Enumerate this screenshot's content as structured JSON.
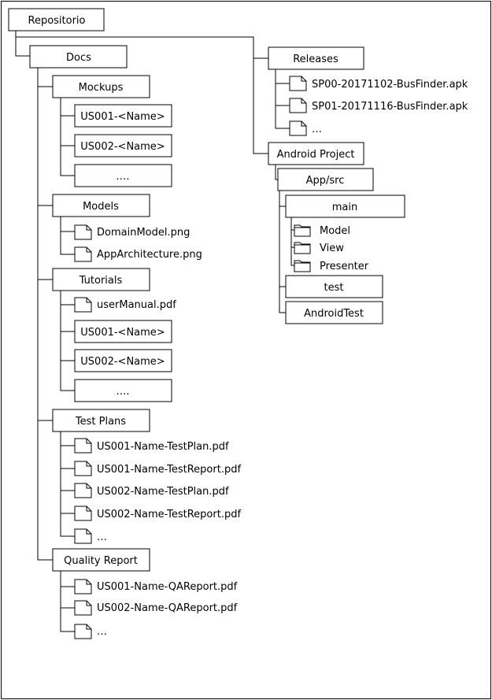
{
  "nodes": {
    "repositorio": "Repositorio",
    "docs": "Docs",
    "mockups": "Mockups",
    "mockups_us001": "US001-<Name>",
    "mockups_us002": "US002-<Name>",
    "mockups_more": "….",
    "models": "Models",
    "models_domain": "DomainModel.png",
    "models_arch": "AppArchitecture.png",
    "tutorials": "Tutorials",
    "tutorials_manual": "userManual.pdf",
    "tutorials_us001": "US001-<Name>",
    "tutorials_us002": "US002-<Name>",
    "tutorials_more": "….",
    "testplans": "Test Plans",
    "tp_us001_plan": "US001-Name-TestPlan.pdf",
    "tp_us001_report": "US001-Name-TestReport.pdf",
    "tp_us002_plan": "US002-Name-TestPlan.pdf",
    "tp_us002_report": "US002-Name-TestReport.pdf",
    "tp_more": "…",
    "quality": "Quality Report",
    "qa_us001": "US001-Name-QAReport.pdf",
    "qa_us002": "US002-Name-QAReport.pdf",
    "qa_more": "…",
    "releases": "Releases",
    "rel_sp00": "SP00-20171102-BusFinder.apk",
    "rel_sp01": "SP01-20171116-BusFinder.apk",
    "rel_more": "…",
    "android": "Android Project",
    "appsrc": "App/src",
    "main": "main",
    "model": "Model",
    "view": "View",
    "presenter": "Presenter",
    "test": "test",
    "androidtest": "AndroidTest"
  }
}
